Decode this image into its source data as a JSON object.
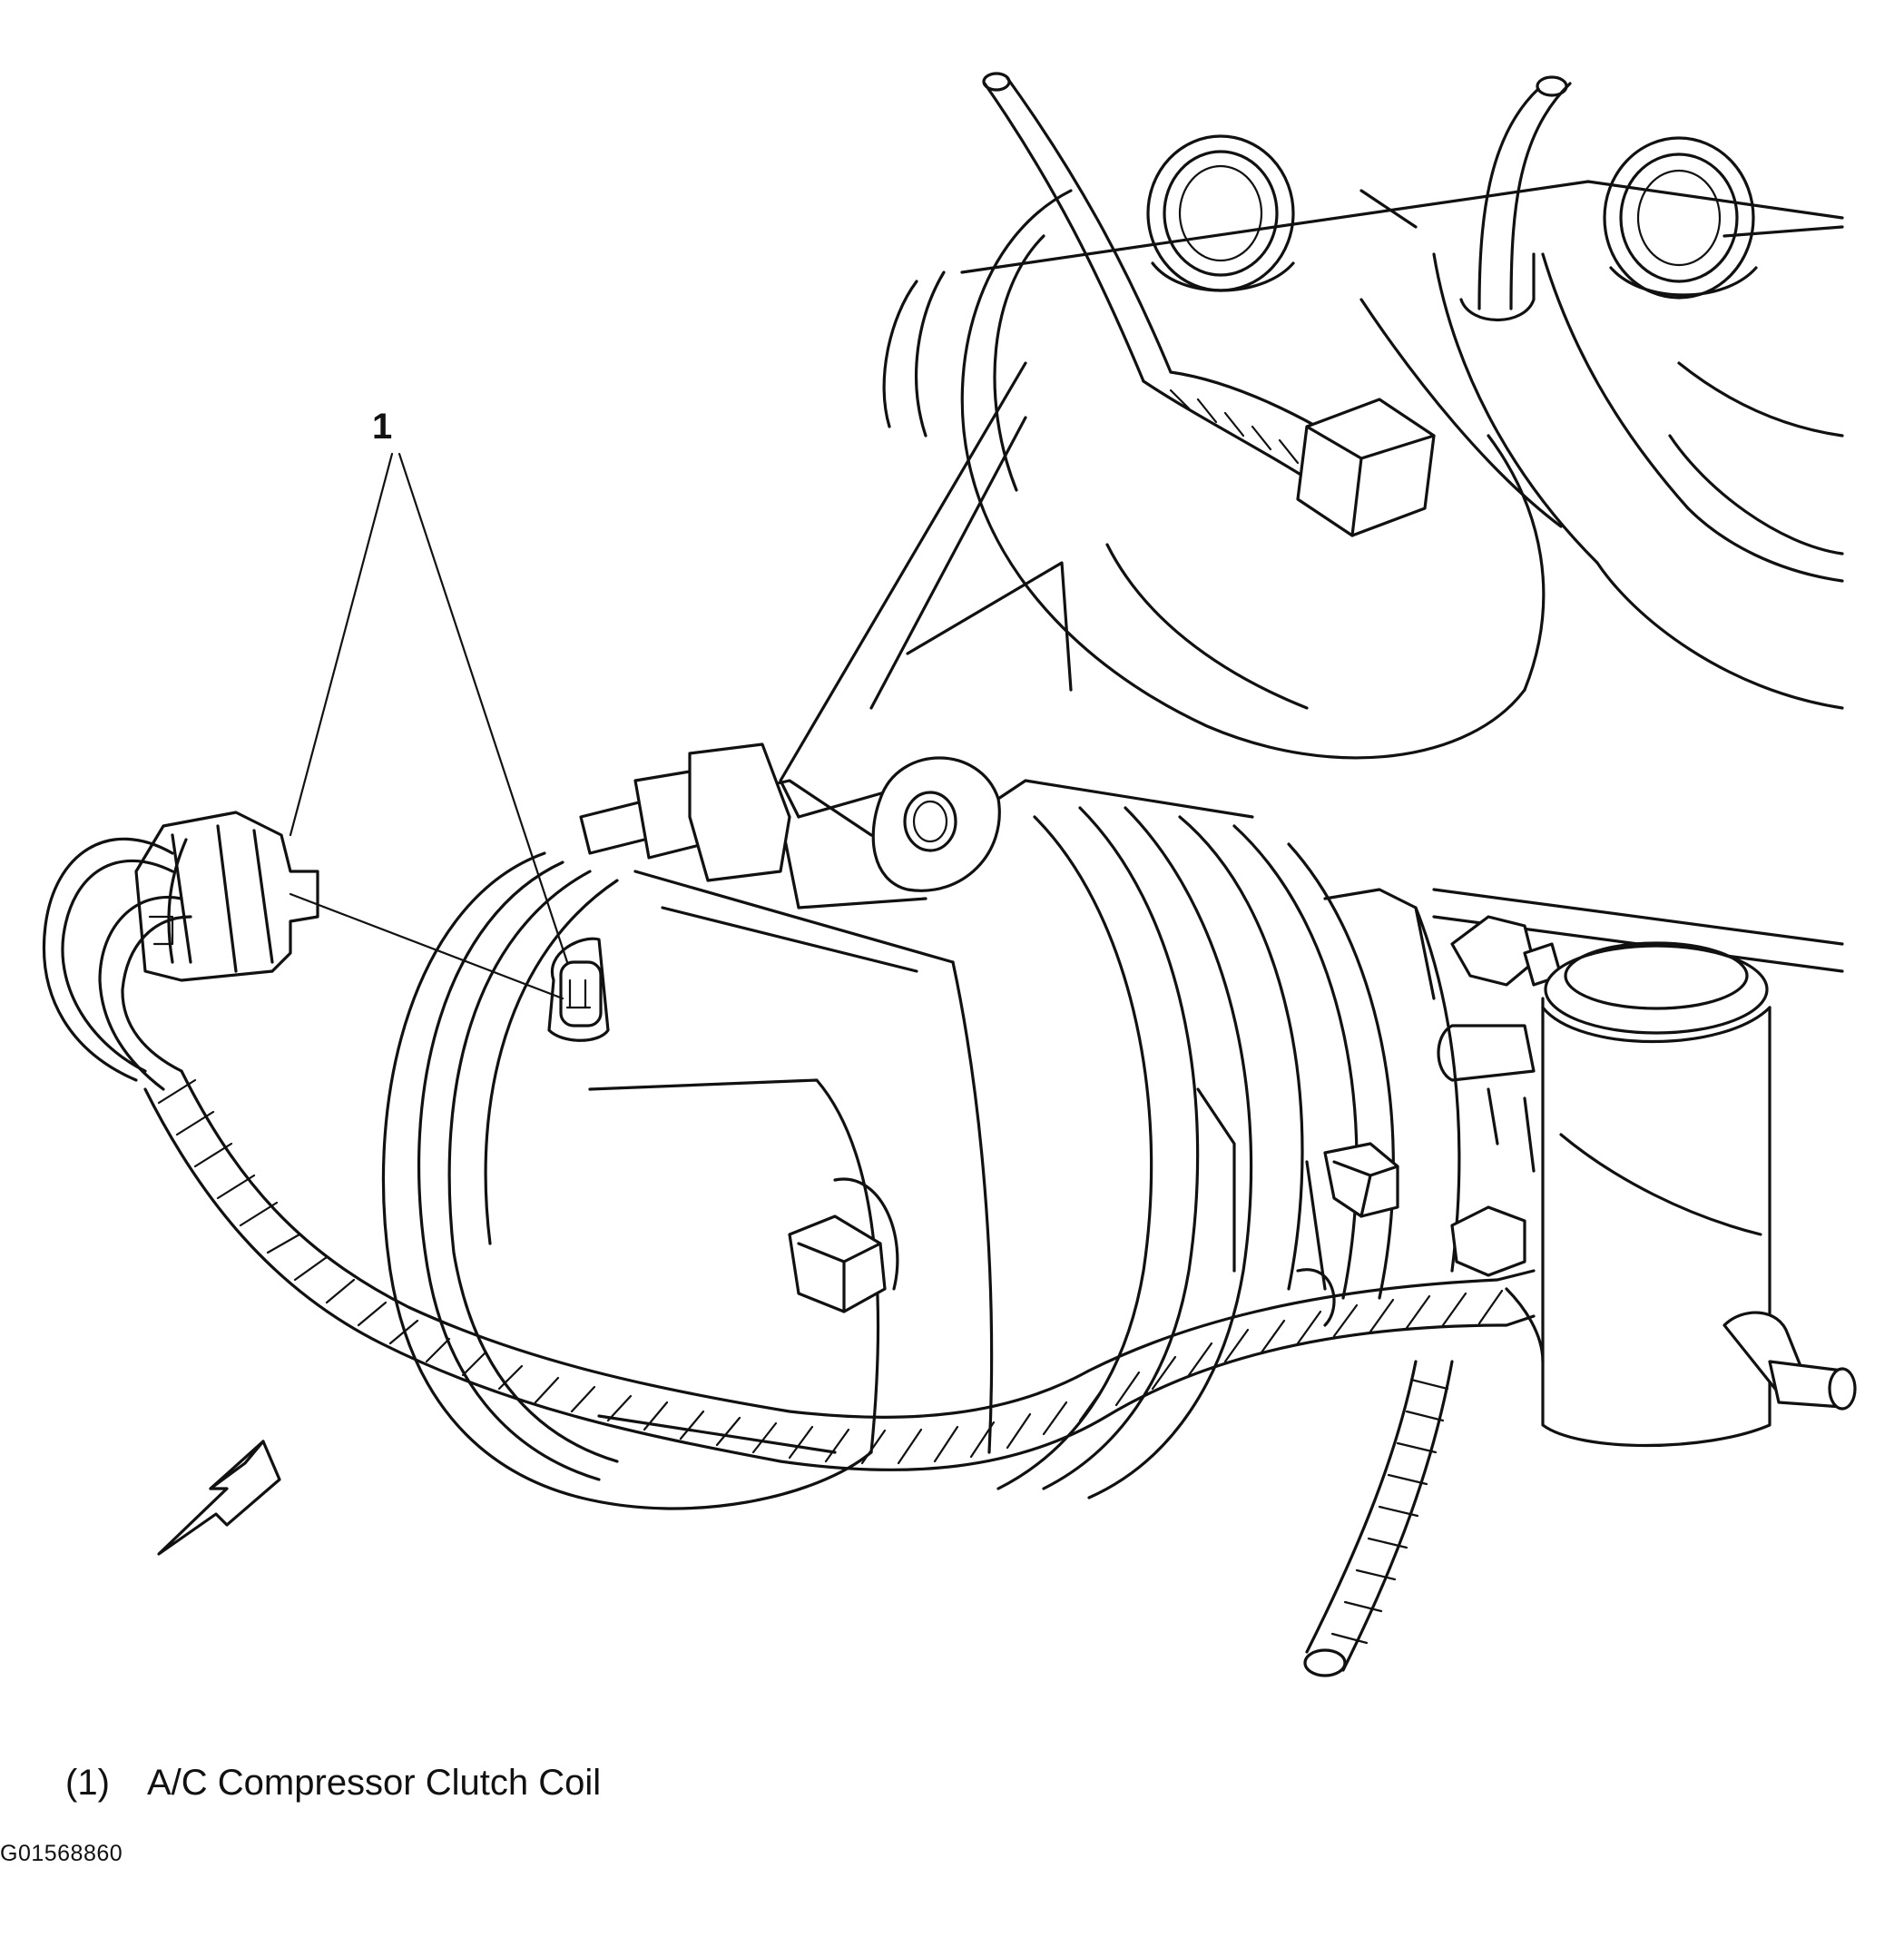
{
  "figure": {
    "callout": "1",
    "legend": [
      {
        "number": "(1)",
        "label": "A/C Compressor Clutch Coil"
      }
    ],
    "figure_id": "G01568860"
  }
}
